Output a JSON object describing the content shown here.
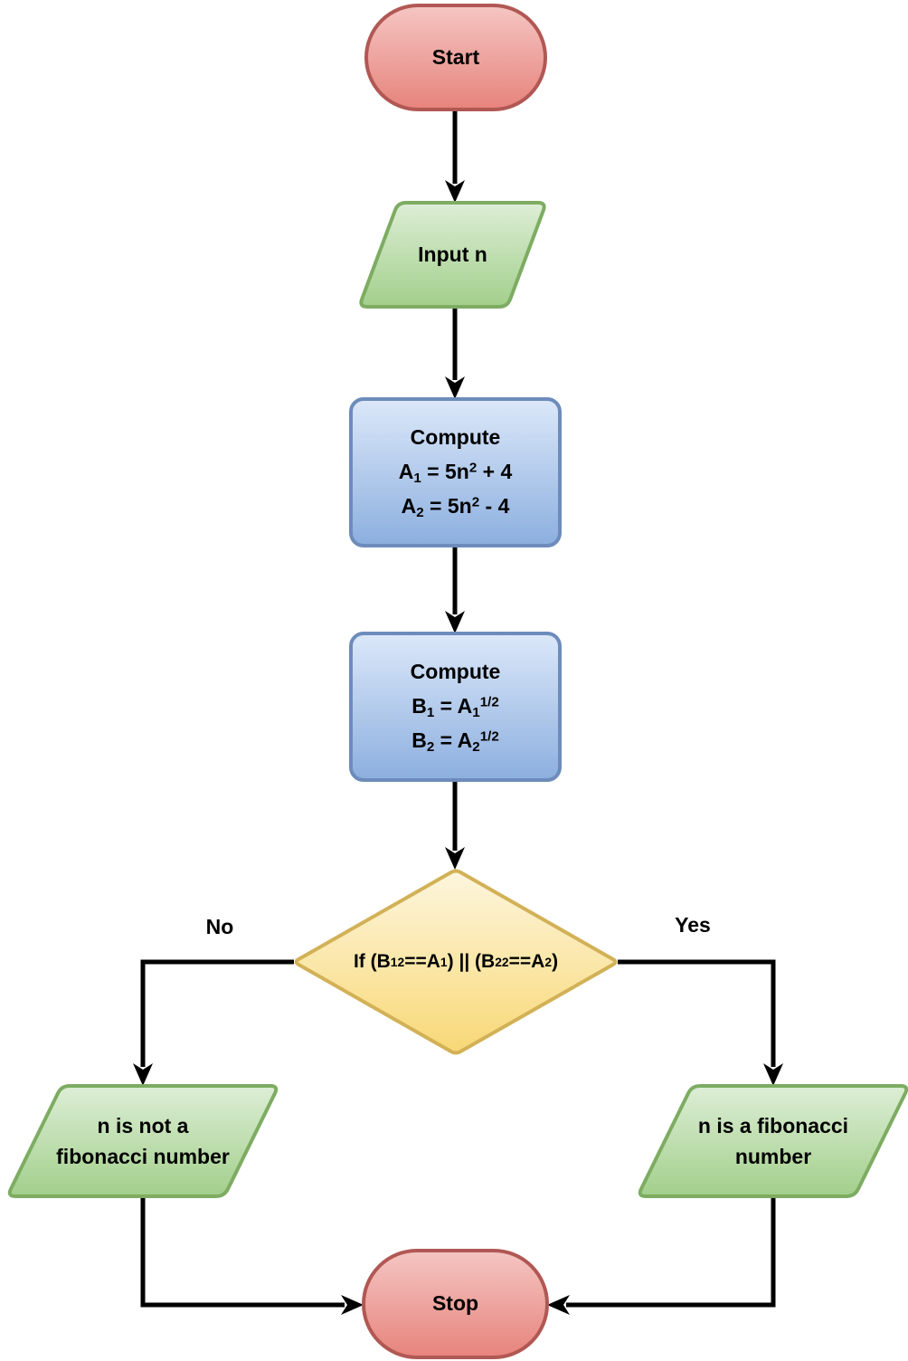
{
  "nodes": {
    "start": {
      "label": "Start"
    },
    "input": {
      "label": "Input n"
    },
    "compute_a": {
      "line1": "Compute",
      "line2": "A~1~ = 5n^2^ + 4",
      "line3": "A~2~ = 5n^2^ - 4"
    },
    "compute_b": {
      "line1": "Compute",
      "line2": "B~1~ = A~1~^1/2^",
      "line3": "B~2~ = A~2~^1/2^"
    },
    "decision": {
      "label": "If (B~1~^2^==A~1~) || (B~2~^2^==A~2~)"
    },
    "result_no": {
      "label": "n is not a\nfibonacci number"
    },
    "result_yes": {
      "label": "n is a fibonacci\nnumber"
    },
    "stop": {
      "label": "Stop"
    }
  },
  "edge_labels": {
    "no": "No",
    "yes": "Yes"
  },
  "colors": {
    "terminator_fill_top": "#f5c6c3",
    "terminator_fill_bottom": "#e7837c",
    "terminator_stroke": "#b15854",
    "io_fill_top": "#ddeed6",
    "io_fill_bottom": "#a2cf8b",
    "io_stroke": "#7dac62",
    "process_fill_top": "#dce8f9",
    "process_fill_bottom": "#8cafdf",
    "process_stroke": "#6d8cbb",
    "decision_fill_top": "#fdf6de",
    "decision_fill_bottom": "#f8d876",
    "decision_stroke": "#d2b157",
    "connector": "#000000"
  }
}
